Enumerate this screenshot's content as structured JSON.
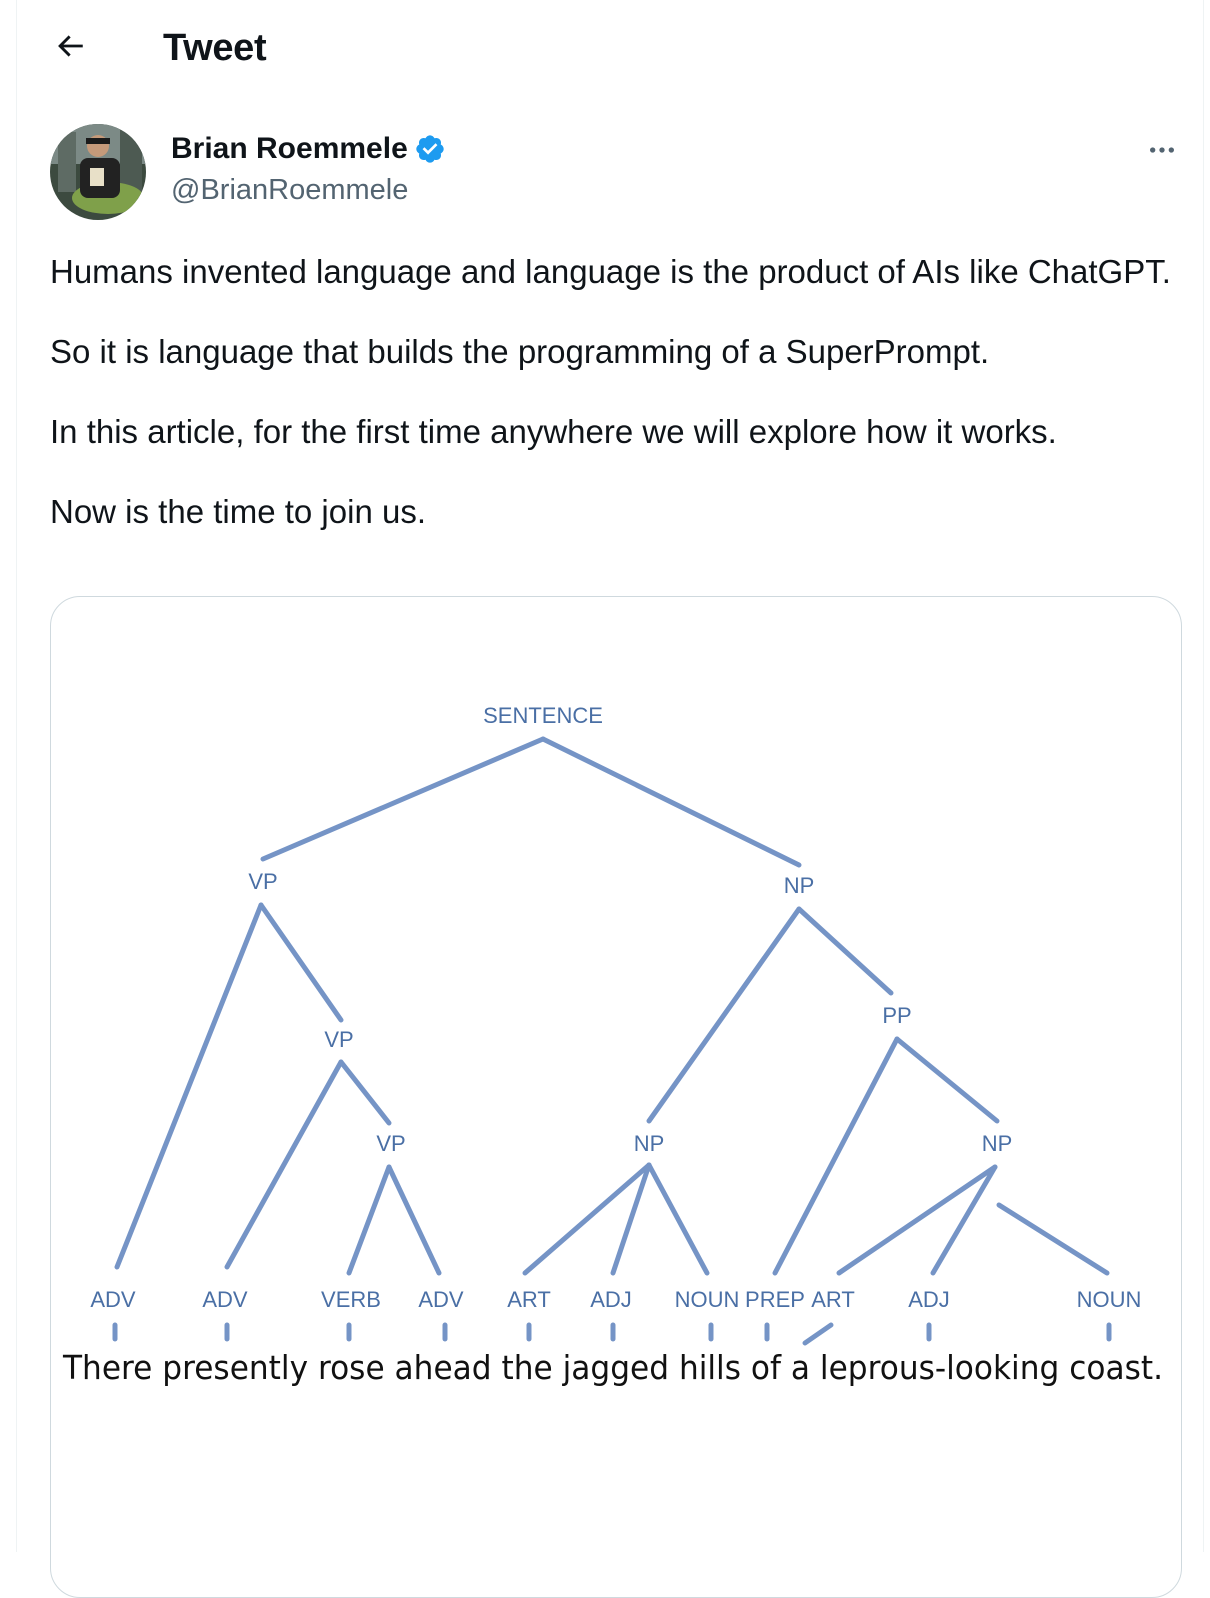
{
  "header": {
    "title": "Tweet",
    "back_icon": "arrow-left-icon"
  },
  "author": {
    "name": "Brian Roemmele",
    "handle": "@BrianRoemmele",
    "verified_icon": "verified-badge-icon",
    "verified_color": "#1d9bf0"
  },
  "more_icon": "ellipsis-icon",
  "tweet": {
    "paragraphs": [
      "Humans invented language and language is the product of AIs like ChatGPT.",
      "So it is language that builds the programming of a SuperPrompt.",
      "In this article, for the first time anywhere we will explore how it works.",
      "Now is the time to join us."
    ]
  },
  "diagram": {
    "nodes": {
      "sentence": "SENTENCE",
      "vp1": "VP",
      "np1": "NP",
      "vp2": "VP",
      "pp": "PP",
      "vp3": "VP",
      "np2": "NP",
      "np3": "NP"
    },
    "pos_tags": [
      "ADV",
      "ADV",
      "VERB",
      "ADV",
      "ART",
      "ADJ",
      "NOUN",
      "PREP",
      "ART",
      "ADJ",
      "NOUN"
    ],
    "sentence_text": "There presently rose ahead the jagged hills of a leprous-looking coast.",
    "line_color": "#7594c6",
    "tag_color": "#4a6fa5"
  }
}
